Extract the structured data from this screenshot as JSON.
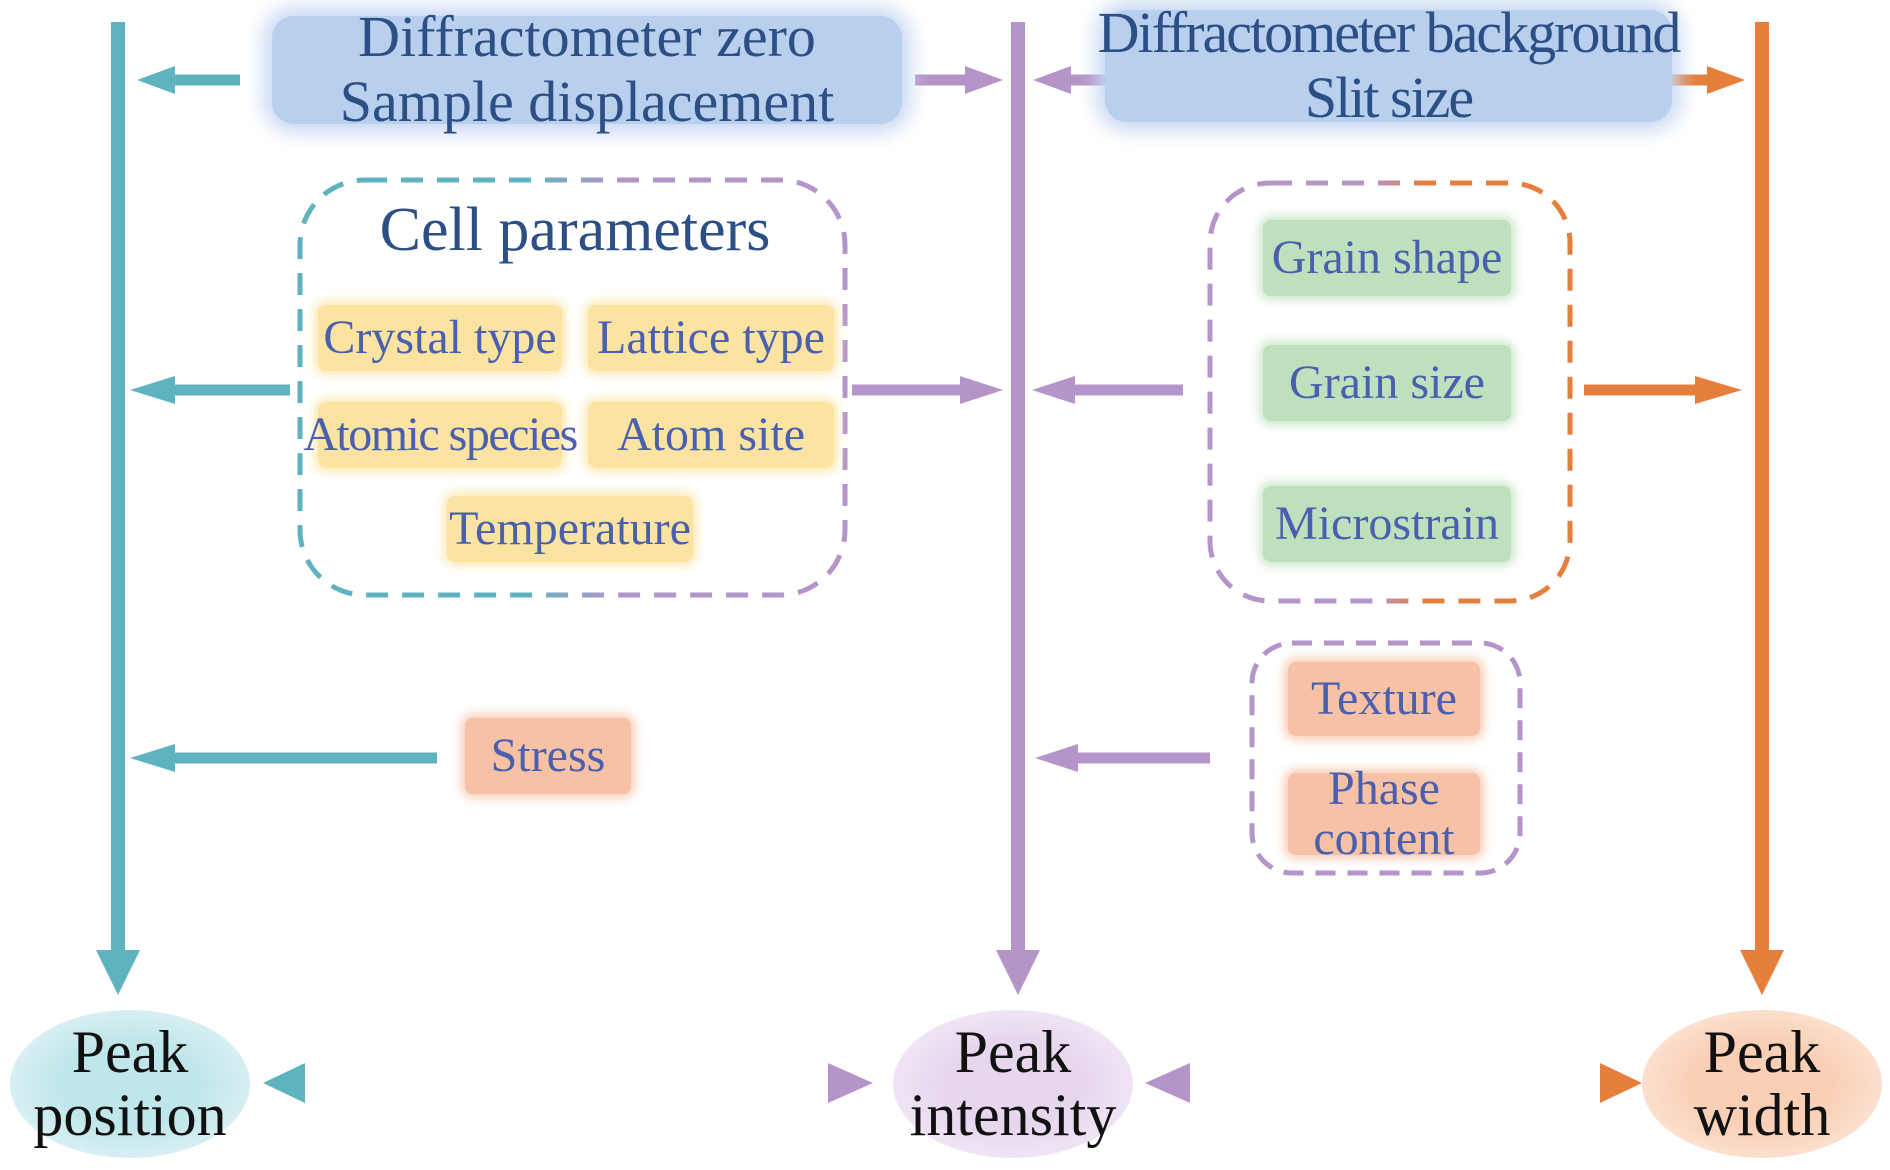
{
  "colors": {
    "teal": "#5fb3bf",
    "purple": "#b594c9",
    "orange": "#e67e3c",
    "box_text": "#4a5fae",
    "title_text": "#2c4f86"
  },
  "instrument": {
    "left_box": {
      "line1": "Diffractometer zero",
      "line2": "Sample displacement"
    },
    "right_box": {
      "line1": "Diffractometer background",
      "line2": "Slit size"
    }
  },
  "cell_group": {
    "title": "Cell parameters",
    "items": [
      "Crystal type",
      "Lattice type",
      "Atomic species",
      "Atom site",
      "Temperature"
    ]
  },
  "microstructure_group": {
    "items": [
      "Grain shape",
      "Grain size",
      "Microstrain"
    ]
  },
  "stress": {
    "label": "Stress"
  },
  "texture_group": {
    "texture": "Texture",
    "phase_line1": "Phase",
    "phase_line2": "content"
  },
  "outputs": {
    "position": {
      "line1": "Peak",
      "line2": "position"
    },
    "intensity": {
      "line1": "Peak",
      "line2": "intensity"
    },
    "width": {
      "line1": "Peak",
      "line2": "width"
    }
  }
}
